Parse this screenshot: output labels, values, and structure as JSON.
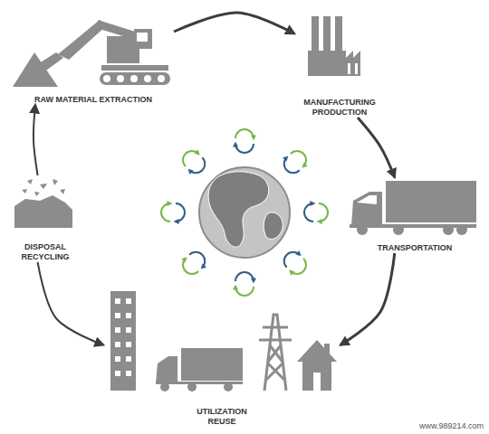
{
  "diagram": {
    "nodes": [
      {
        "text": [
          "RAW MATERIAL EXTRACTION"
        ]
      },
      {
        "text": [
          "MANUFACTURING PRODUCTION"
        ]
      },
      {
        "text": [
          "DISPOSAL RECYCLING"
        ]
      },
      {
        "text": [
          "TRANSPORTATION"
        ]
      },
      {
        "text": [
          "UTILIZATION REUSE"
        ]
      }
    ],
    "edges": [
      {
        "from": 0,
        "to": 1,
        "arrow": "to"
      },
      {
        "from": 1,
        "to": 3,
        "arrow": "to"
      },
      {
        "from": 3,
        "to": 4,
        "arrow": "to"
      },
      {
        "from": 2,
        "to": 4,
        "arrow": "to"
      },
      {
        "from": 2,
        "to": 0,
        "arrow": "to"
      }
    ],
    "labels": [
      "www.989214.com"
    ]
  }
}
